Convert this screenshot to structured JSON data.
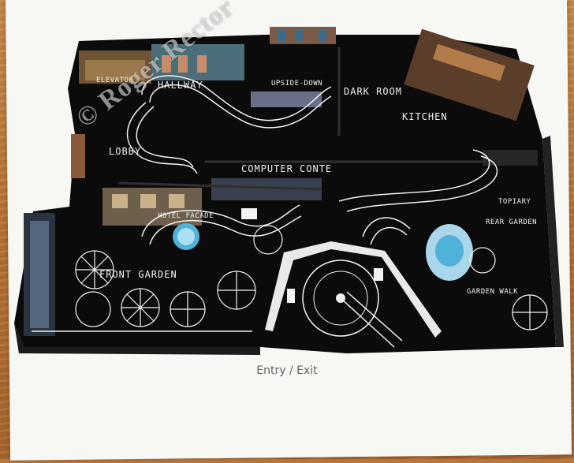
{
  "caption": "Entry / Exit",
  "watermark": "© Roger Rector",
  "rooms": {
    "elevator": "ELEVATOR",
    "hallway": "HALLWAY",
    "upside_down": "UPSIDE-DOWN",
    "dark_room": "DARK ROOM",
    "kitchen": "KITCHEN",
    "lobby": "LOBBY",
    "computer_center": "COMPUTER CONTE",
    "hotel_facade": "HOTEL FACADE",
    "front_garden": "FRONT GARDEN",
    "rear_garden": "REAR GARDEN",
    "topiary": "TOPIARY",
    "garden_walk": "GARDEN WALK"
  },
  "colors": {
    "board": "#0b0b0b",
    "chalk": "#f2f2f2",
    "pool": "#4fb3d9",
    "wood": "#b9773a",
    "paper": "#f7f7f4"
  }
}
